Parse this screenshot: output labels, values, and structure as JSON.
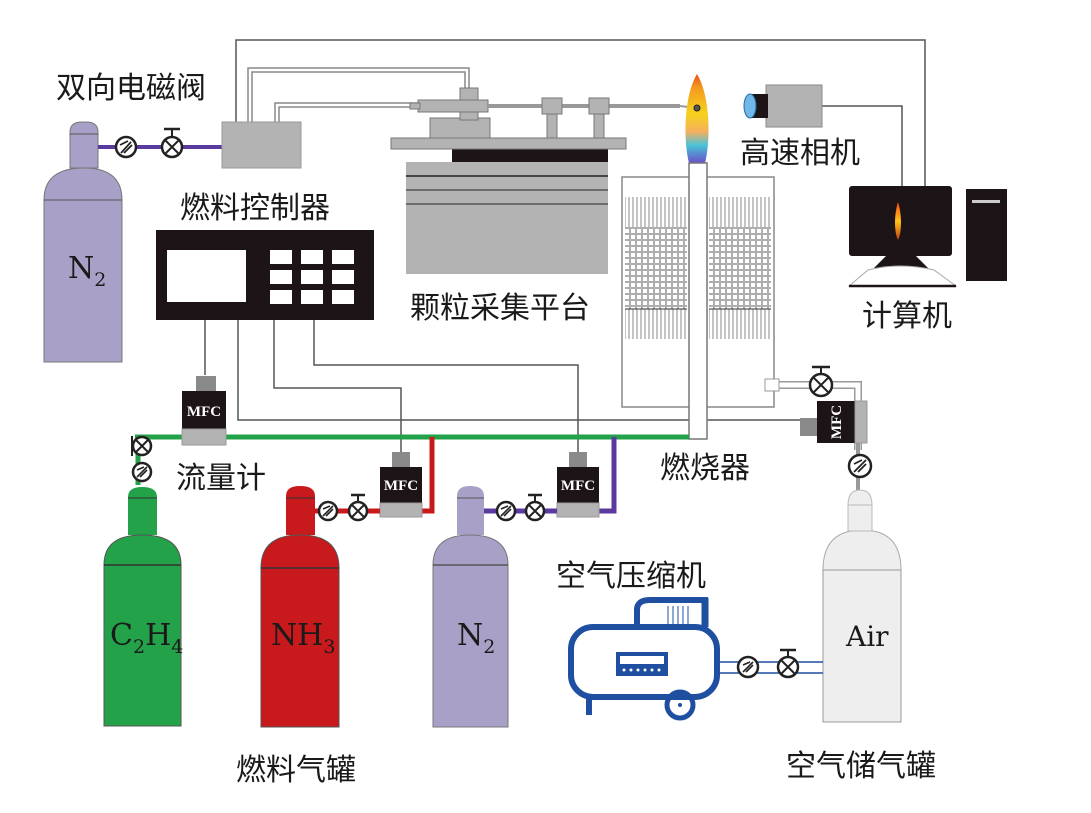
{
  "title": "Experimental setup schematic",
  "labels": {
    "solenoid_valve": "双向电磁阀",
    "fuel_controller": "燃料控制器",
    "particle_platform": "颗粒采集平台",
    "high_speed_camera": "高速相机",
    "computer": "计算机",
    "flow_meter": "流量计",
    "burner": "燃烧器",
    "air_compressor": "空气压缩机",
    "fuel_tanks": "燃料气罐",
    "air_tank": "空气储气罐"
  },
  "cylinders": [
    {
      "id": "n2-purge",
      "formula": "N",
      "subscript": "2",
      "color": "#a9a0c8"
    },
    {
      "id": "c2h4",
      "formula_parts": [
        "C",
        "2",
        "H",
        "4"
      ],
      "color": "#23a24a"
    },
    {
      "id": "nh3",
      "formula": "NH",
      "subscript": "3",
      "color": "#c8191c"
    },
    {
      "id": "n2-dilution",
      "formula": "N",
      "subscript": "2",
      "color": "#a9a0c8"
    },
    {
      "id": "air",
      "formula": "Air",
      "color": "#eeeeee"
    }
  ],
  "mfc_label": "MFC",
  "colors": {
    "c2h4_line": "#23a24a",
    "nh3_line": "#c8191c",
    "n2_line": "#5b3aa0",
    "air_line": "#1f4fa0",
    "compressor": "#1f4fa0",
    "equipment_gray": "#b3b3b3",
    "dark": "#1c1416"
  }
}
